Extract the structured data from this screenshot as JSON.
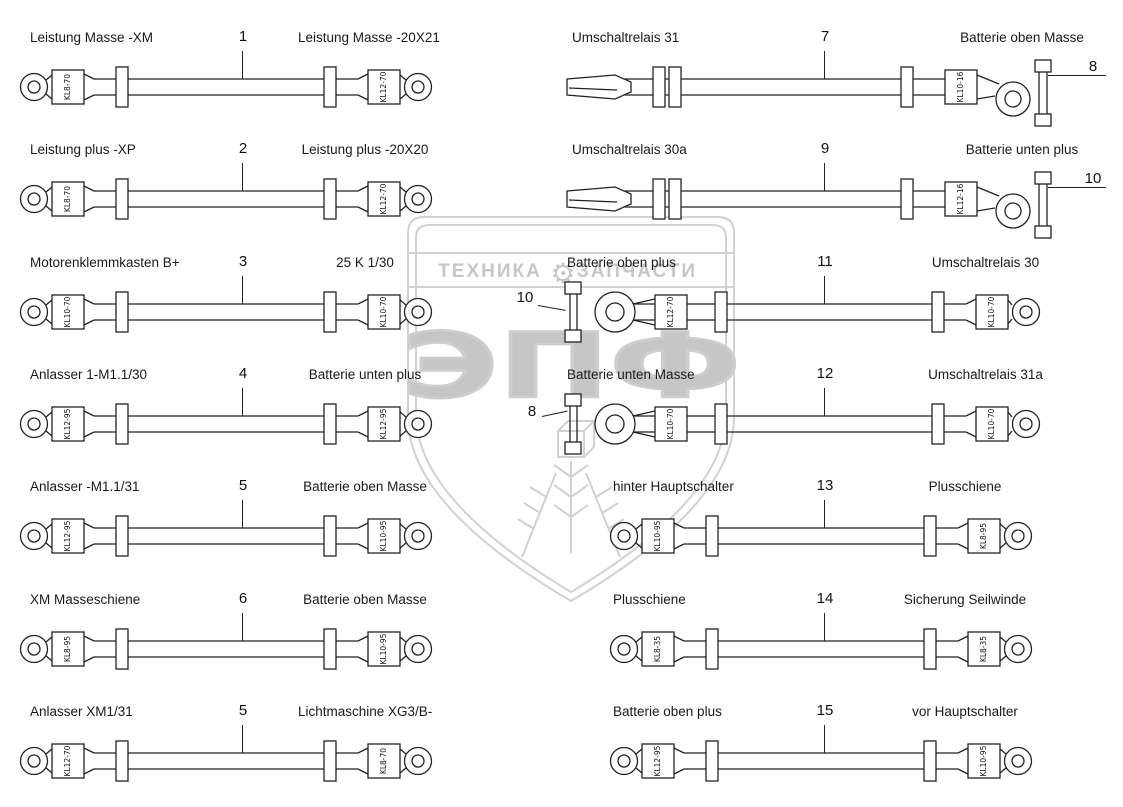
{
  "diagram_line_color": "#222222",
  "watermark": {
    "band_left": "ТЕХНИКА",
    "band_right": "ЗАПЧАСТИ",
    "gear": "⚙",
    "big_text": "ЭПФ",
    "color": "#c9c9c9"
  },
  "rows": [
    {
      "col": "left",
      "row": 0,
      "type": "rr",
      "number": "1",
      "label_left": "Leistung Masse -XM",
      "label_right": "Leistung Masse -20X21",
      "tag_left": "KL8-70",
      "tag_right": "KL12-70"
    },
    {
      "col": "left",
      "row": 1,
      "type": "rr",
      "number": "2",
      "label_left": "Leistung plus -XP",
      "label_right": "Leistung plus -20X20",
      "tag_left": "KL8-70",
      "tag_right": "KL12-70"
    },
    {
      "col": "left",
      "row": 2,
      "type": "rr",
      "number": "3",
      "label_left": "Motorenklemmkasten B+",
      "label_right": "25 K 1/30",
      "tag_left": "KL10-70",
      "tag_right": "KL10-70"
    },
    {
      "col": "left",
      "row": 3,
      "type": "rr",
      "number": "4",
      "label_left": "Anlasser 1-M1.1/30",
      "label_right": "Batterie unten plus",
      "tag_left": "KL12-95",
      "tag_right": "KL12-95"
    },
    {
      "col": "left",
      "row": 4,
      "type": "rr",
      "number": "5",
      "label_left": "Anlasser -M1.1/31",
      "label_right": "Batterie oben Masse",
      "tag_left": "KL12-95",
      "tag_right": "KL10-95"
    },
    {
      "col": "left",
      "row": 5,
      "type": "rr",
      "number": "6",
      "label_left": "XM Masseschiene",
      "label_right": "Batterie oben Masse",
      "tag_left": "KL8-95",
      "tag_right": "KL10-95"
    },
    {
      "col": "left",
      "row": 6,
      "type": "rr",
      "number": "5",
      "label_left": "Anlasser XM1/31",
      "label_right": "Lichtmaschine XG3/B-",
      "tag_left": "KL12-70",
      "tag_right": "KL8-70"
    },
    {
      "col": "right",
      "row": 0,
      "type": "bc",
      "number": "7",
      "label_left": "Umschaltrelais 31",
      "label_right": "Batterie oben Masse",
      "tag_right": "KL10-16",
      "callout": "8"
    },
    {
      "col": "right",
      "row": 1,
      "type": "bc",
      "number": "9",
      "label_left": "Umschaltrelais 30a",
      "label_right": "Batterie unten plus",
      "tag_right": "KL12-16",
      "callout": "10"
    },
    {
      "col": "right",
      "row": 2,
      "type": "cr",
      "number": "11",
      "label_left": "Batterie oben plus",
      "label_right": "Umschaltrelais 30",
      "tag_left": "KL12-70",
      "tag_right": "KL10-70",
      "callout": "10"
    },
    {
      "col": "right",
      "row": 3,
      "type": "cr",
      "number": "12",
      "label_left": "Batterie unten Masse",
      "label_right": "Umschaltrelais 31a",
      "tag_left": "KL10-70",
      "tag_right": "KL10-70",
      "callout": "8"
    },
    {
      "col": "right",
      "row": 4,
      "type": "rr",
      "number": "13",
      "label_left": "hinter Hauptschalter",
      "label_right": "Plusschiene",
      "tag_left": "KL10-95",
      "tag_right": "KL8-95"
    },
    {
      "col": "right",
      "row": 5,
      "type": "rr",
      "number": "14",
      "label_left": "Plusschiene",
      "label_right": "Sicherung Seilwinde",
      "tag_left": "KL8-35",
      "tag_right": "KL8-35"
    },
    {
      "col": "right",
      "row": 6,
      "type": "rr",
      "number": "15",
      "label_left": "Batterie oben plus",
      "label_right": "vor Hauptschalter",
      "tag_left": "KL12-95",
      "tag_right": "KL10-95"
    }
  ]
}
